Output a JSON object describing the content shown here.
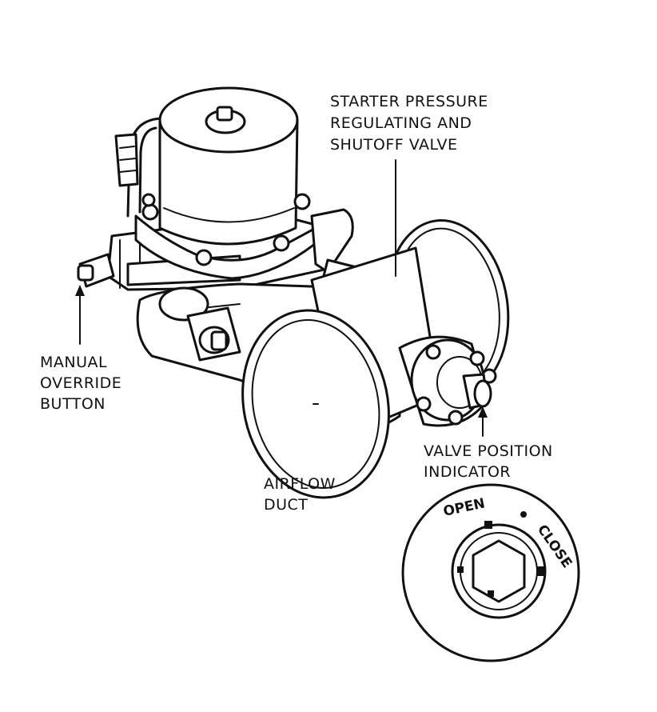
{
  "labels": {
    "valve_title": [
      "STARTER PRESSURE",
      "REGULATING AND",
      "SHUTOFF VALVE"
    ],
    "manual_override": [
      "MANUAL",
      "OVERRIDE",
      "BUTTON"
    ],
    "valve_position": [
      "VALVE POSITION",
      "INDICATOR"
    ],
    "airflow": [
      "AIRFLOW",
      "DUCT"
    ]
  },
  "indicator_dial": {
    "open": "OPEN",
    "close": "CLOSE"
  }
}
